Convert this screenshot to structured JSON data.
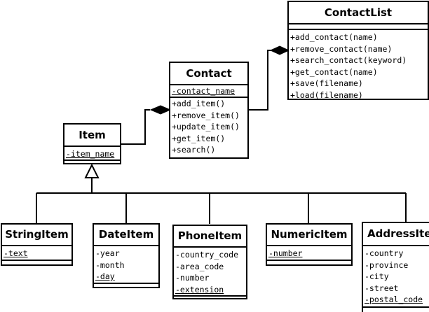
{
  "classes": {
    "contact_list": {
      "name": "ContactList",
      "attributes": [],
      "operations": [
        "+add_contact(name)",
        "+remove_contact(name)",
        "+search_contact(keyword)",
        "+get_contact(name)",
        "+save(filename)",
        "+load(filename)"
      ]
    },
    "contact": {
      "name": "Contact",
      "attributes": [
        "-contact_name"
      ],
      "operations": [
        "+add_item()",
        "+remove_item()",
        "+update_item()",
        "+get_item()",
        "+search()"
      ]
    },
    "item": {
      "name": "Item",
      "attributes": [
        "-item_name"
      ],
      "operations": []
    },
    "string_item": {
      "name": "StringItem",
      "attributes": [
        "-text"
      ],
      "operations": []
    },
    "date_item": {
      "name": "DateItem",
      "attributes": [
        "-year",
        "-month",
        "-day"
      ],
      "operations": []
    },
    "phone_item": {
      "name": "PhoneItem",
      "attributes": [
        "-country_code",
        "-area_code",
        "-number",
        "-extension"
      ],
      "operations": []
    },
    "numeric_item": {
      "name": "NumericItem",
      "attributes": [
        "-number"
      ],
      "operations": []
    },
    "address_item": {
      "name": "AddressItem",
      "attributes": [
        "-country",
        "-province",
        "-city",
        "-street",
        "-postal_code"
      ],
      "operations": []
    }
  }
}
